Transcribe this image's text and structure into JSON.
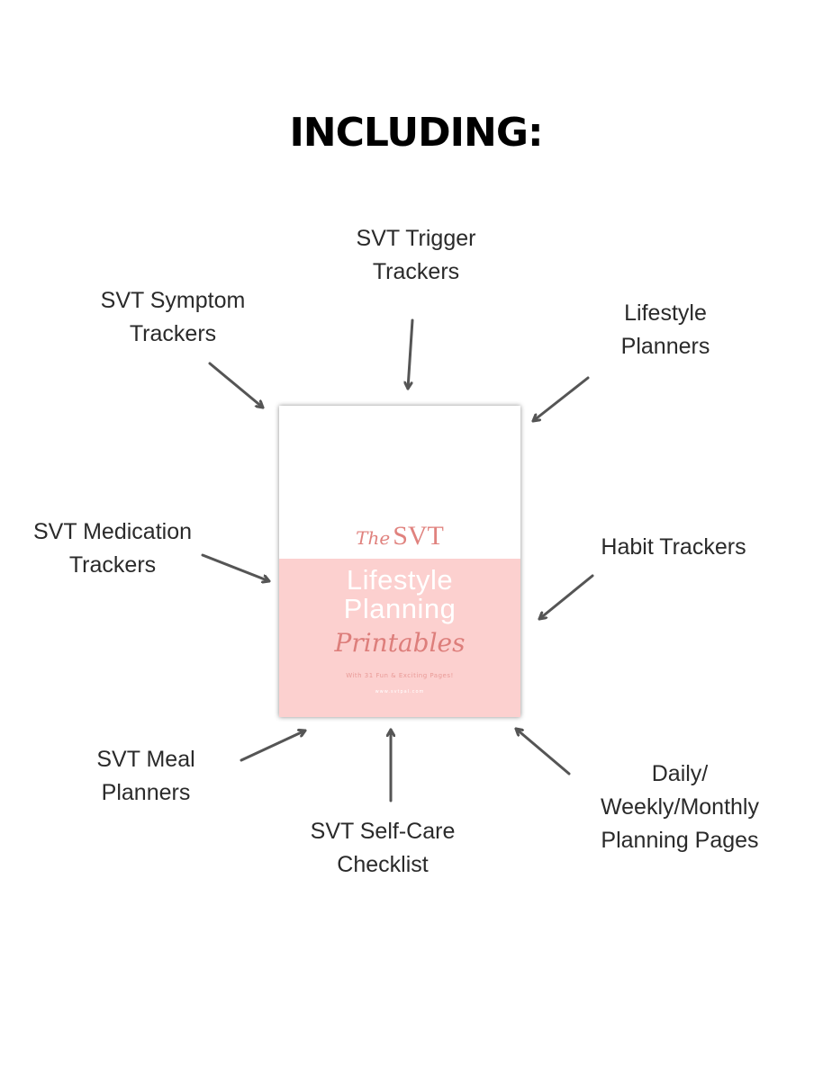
{
  "heading": "INCLUDING:",
  "labels": {
    "trigger": [
      "SVT Trigger",
      "Trackers"
    ],
    "symptom": [
      "SVT Symptom",
      "Trackers"
    ],
    "lifestyle": [
      "Lifestyle",
      "Planners"
    ],
    "medication": [
      "SVT Medication",
      "Trackers"
    ],
    "habit": [
      "Habit Trackers"
    ],
    "meal": [
      "SVT Meal",
      "Planners"
    ],
    "selfcare": [
      "SVT Self-Care",
      "Checklist"
    ],
    "planning": [
      "Daily/",
      "Weekly/Monthly",
      "Planning Pages"
    ]
  },
  "cover": {
    "brand_the": "The",
    "brand_svt": "SVT",
    "line1": "Lifestyle",
    "line2": "Planning",
    "script": "Printables",
    "tagline": "With 31 Fun & Exciting Pages!",
    "url": "www.svtpal.com"
  },
  "colors": {
    "heading": "#000000",
    "text": "#2a2a2a",
    "arrow": "#555555",
    "cover_pink": "#fcd0cf",
    "cover_accent": "#e0827e"
  },
  "icons": [
    "arrow-icon"
  ]
}
